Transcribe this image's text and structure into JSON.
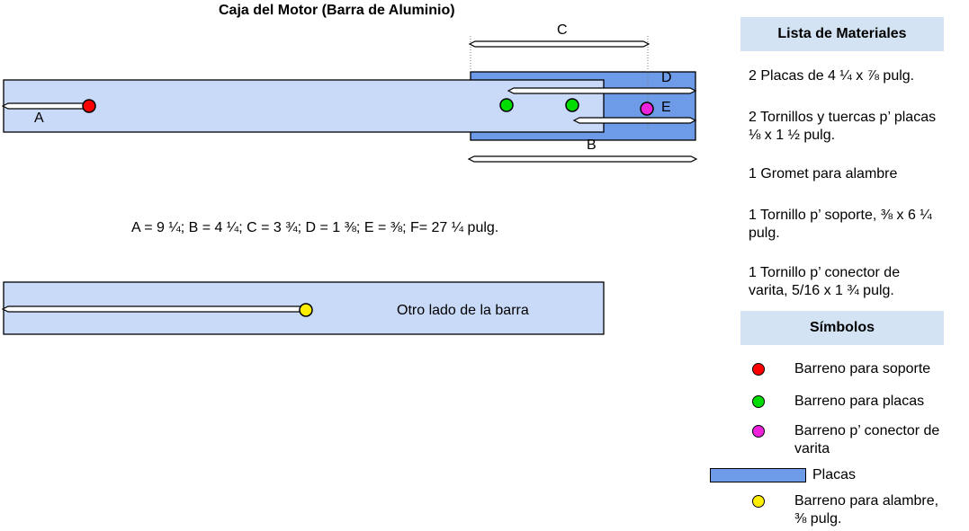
{
  "title": "Caja del Motor (Barra de Aluminio)",
  "labels": {
    "a": "A",
    "b": "B",
    "c": "C",
    "d": "D",
    "e": "E"
  },
  "dimensions_text": "A = 9 ¼; B = 4 ¼; C = 3 ¾; D = 1 ⅜; E = ⅜; F= 27 ¼ pulg.",
  "other_side_label": "Otro lado de la barra",
  "materials": {
    "header": "Lista de Materiales",
    "items": [
      [
        "2 Placas de 4 ¼ x ⅞ pulg."
      ],
      [
        "2 Tornillos y tuercas p’ placas",
        "⅛ x 1 ½ pulg."
      ],
      [
        "1 Gromet para alambre"
      ],
      [
        "1 Tornillo p’ soporte, ⅜ x 6 ¼",
        "pulg."
      ],
      [
        "1 Tornillo p’ conector de",
        "varita, 5/16 x 1 ¾ pulg."
      ]
    ]
  },
  "symbols": {
    "header": "Símbolos",
    "support_hole": "Barreno para soporte",
    "plate_hole": "Barreno para placas",
    "connector_hole": [
      "Barreno p’ conector de",
      "varita"
    ],
    "plates": "Placas",
    "wire_hole": [
      "Barreno para alambre,",
      "⅜ pulg."
    ]
  },
  "colors": {
    "bar": "#c9daf8",
    "plate": "#6d9be8",
    "support_hole": "#ff0000",
    "plate_hole": "#00dd00",
    "connector_hole": "#ee22dd",
    "wire_hole": "#ffee00",
    "header_bg": "#d3e3f3"
  }
}
